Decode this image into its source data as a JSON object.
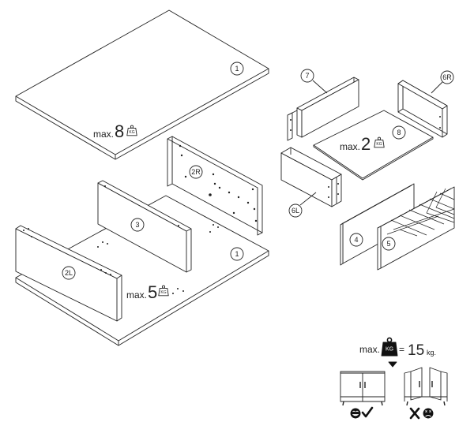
{
  "parts": {
    "p1_top": "1",
    "p1_bottom": "1",
    "p2r": "2R",
    "p2l": "2L",
    "p3": "3",
    "p4": "4",
    "p5": "5",
    "p6r": "6R",
    "p6l": "6L",
    "p7": "7",
    "p8": "8"
  },
  "loads": {
    "top": {
      "prefix": "max.",
      "value": "8",
      "unit": "KG"
    },
    "drawer": {
      "prefix": "max.",
      "value": "2",
      "unit": "KG"
    },
    "bottom": {
      "prefix": "max.",
      "value": "5",
      "unit": "KG"
    },
    "total": {
      "prefix": "max.",
      "unit_icon": "KG",
      "equals": "=",
      "value": "15",
      "unit": "kg."
    }
  },
  "icons": {
    "weight": "weight-kg-icon",
    "arrow": "arrow-down-icon",
    "correct": "smiley-check-icon",
    "wrong": "frown-cross-icon"
  },
  "colors": {
    "line": "#222222",
    "panel": "#ffffff",
    "fill": "#111111"
  }
}
